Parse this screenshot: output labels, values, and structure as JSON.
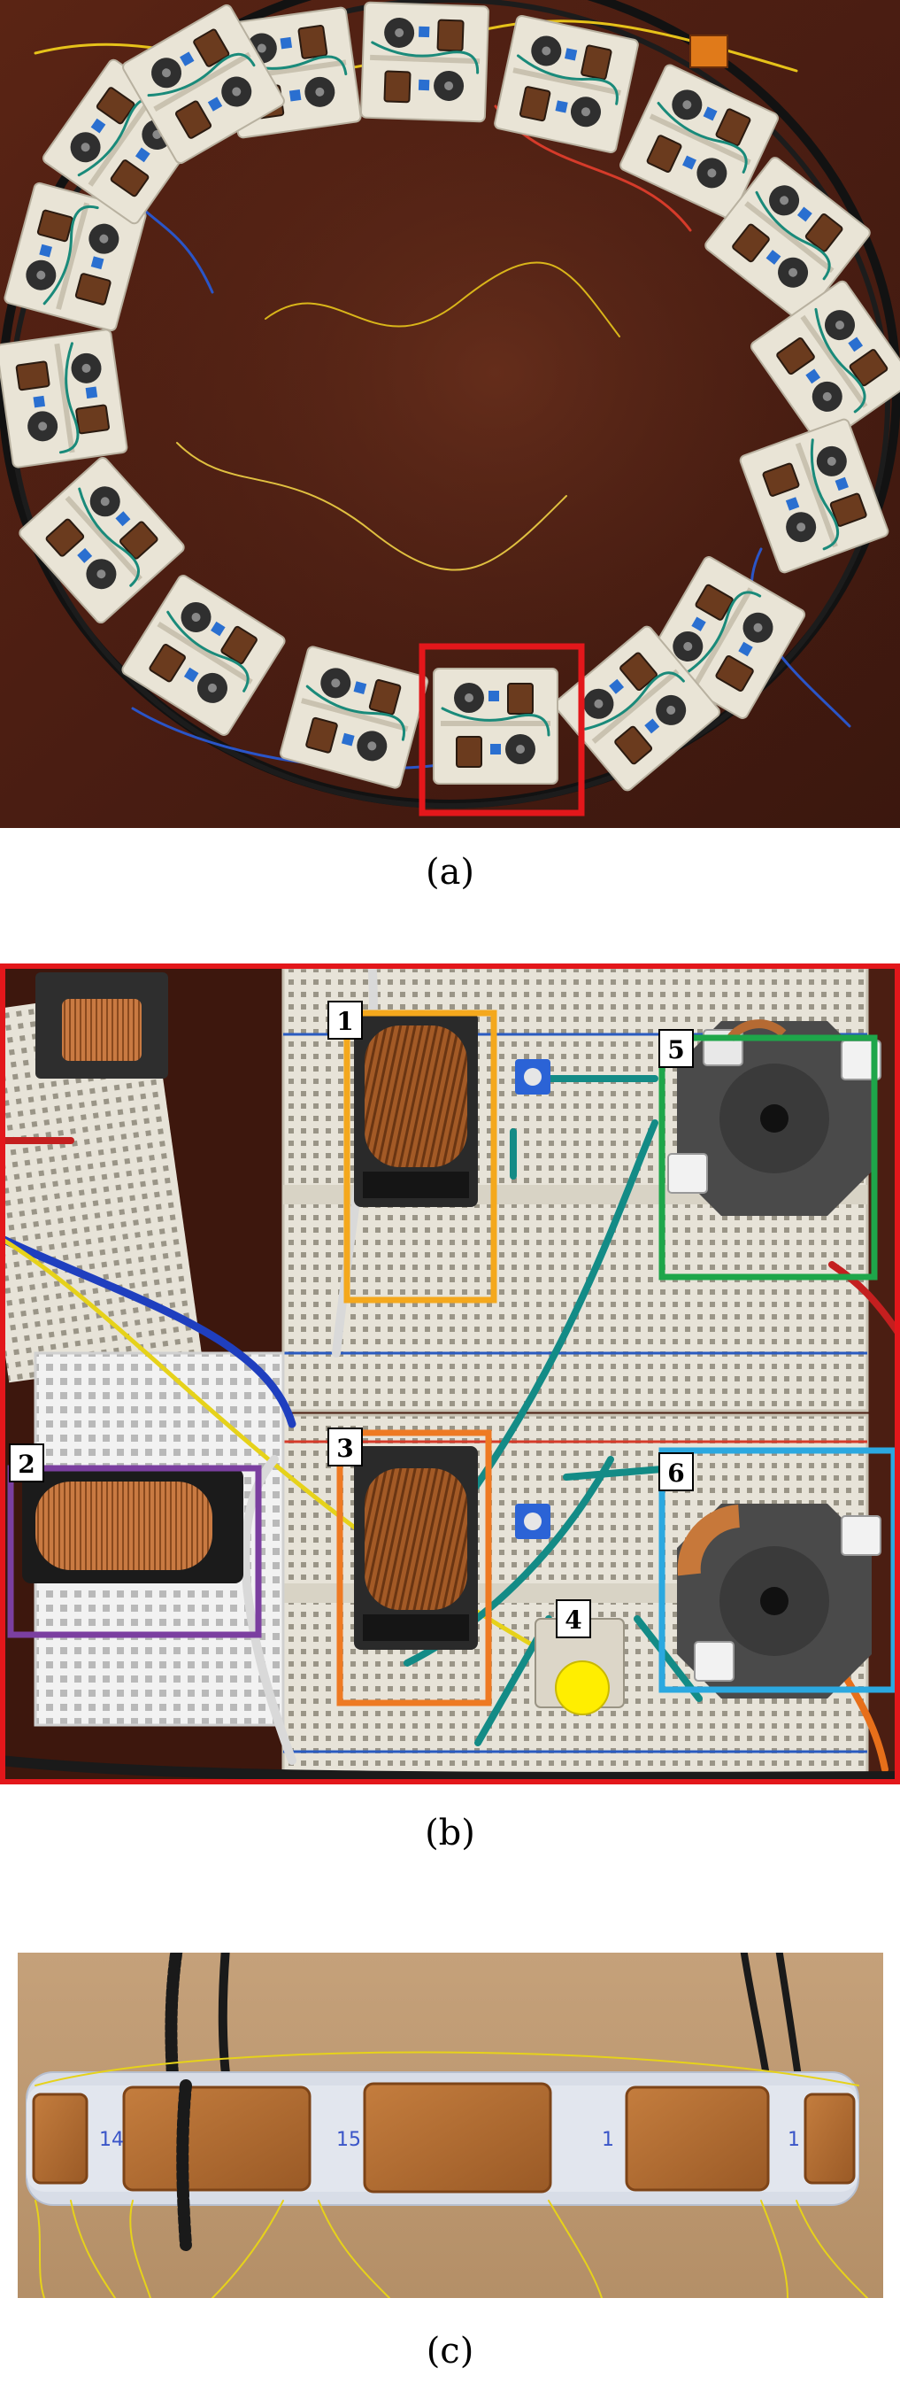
{
  "captions": {
    "a": "(a)",
    "b": "(b)",
    "c": "(c)"
  },
  "panel_b": {
    "labels": [
      "1",
      "2",
      "3",
      "4",
      "5",
      "6"
    ]
  },
  "panel_c": {
    "tile_numbers": [
      "14",
      "15",
      "1",
      "1"
    ]
  },
  "colors": {
    "highlight_red": "#e3171b",
    "box_1": "#f4a81d",
    "box_2": "#7b3fa0",
    "box_3": "#ee7a23",
    "box_4_marker": "#ffee00",
    "box_5": "#1ea64a",
    "box_6": "#2ba8e0"
  }
}
